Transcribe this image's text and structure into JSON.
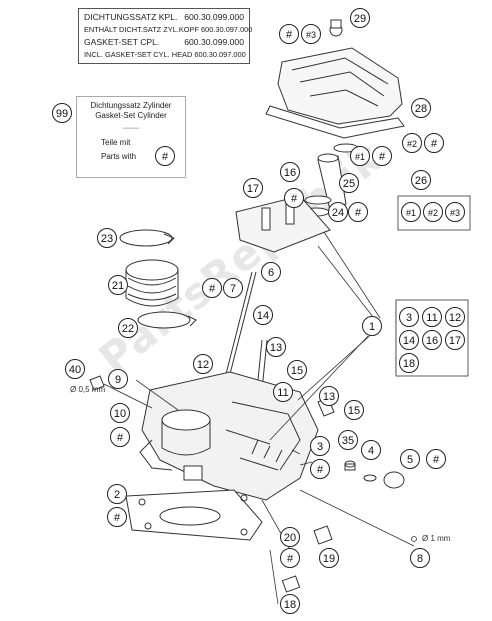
{
  "gasket_set": {
    "row1_label": "DICHTUNGSSATZ KPL.",
    "row1_number": "600.30.099.000",
    "row2": "ENTHÄLT DICHT.SATZ ZYL.KOPF 600.30.097.000",
    "row3_label": "GASKET-SET CPL.",
    "row3_number": "600.30.099.000",
    "row4": "INCL. GASKET-SET CYL. HEAD 600.30.097.000"
  },
  "cylinder_set": {
    "callout": "99",
    "line1": "Dichtungssatz Zylinder",
    "line2": "Gasket-Set Cylinder",
    "line3": "Teile mit",
    "line4": "Parts with",
    "marker": "#"
  },
  "watermark": "PartsRepublik",
  "callouts": {
    "c29": "29",
    "c28": "28",
    "c27": "#",
    "c3a": "#3",
    "c1a": "#1",
    "c2a": "#2",
    "c25": "25",
    "c26": "26",
    "c24": "24",
    "c16": "16",
    "c17": "17",
    "c23": "23",
    "c21": "21",
    "c22": "22",
    "c7": "7",
    "c6": "6",
    "c14": "14",
    "c13": "13",
    "c15": "15",
    "c12": "12",
    "c11": "11",
    "c9": "9",
    "c10": "10",
    "c40": "40",
    "c2": "2",
    "c3": "3",
    "c35": "35",
    "c4": "4",
    "c5": "5",
    "c8": "8",
    "c20": "20",
    "c19": "19",
    "c18": "18",
    "c1": "1",
    "hash": "#",
    "c26_items": [
      "#1",
      "#2",
      "#3"
    ],
    "group_items": [
      "3",
      "11",
      "12",
      "14",
      "16",
      "17",
      "18"
    ]
  },
  "notes": {
    "n05": "Ø 0,5 mm",
    "n1": "Ø 1 mm"
  }
}
